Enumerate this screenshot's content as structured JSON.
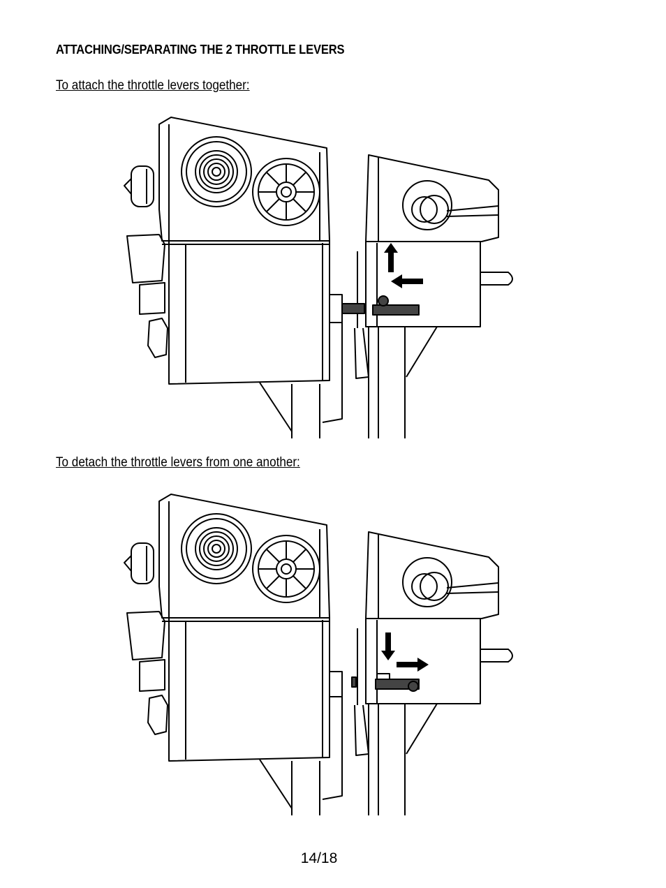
{
  "heading": "ATTACHING/SEPARATING THE 2 THROTTLE LEVERS",
  "attach_caption": "To attach the throttle levers together:",
  "detach_caption": "To detach the throttle levers from one another:",
  "page_number": "14/18"
}
